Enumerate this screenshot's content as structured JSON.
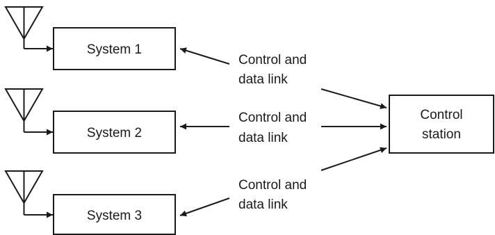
{
  "systems": [
    {
      "label": "System 1"
    },
    {
      "label": "System 2"
    },
    {
      "label": "System 3"
    }
  ],
  "links": [
    {
      "line1": "Control and",
      "line2": "data link"
    },
    {
      "line1": "Control and",
      "line2": "data link"
    },
    {
      "line1": "Control and",
      "line2": "data link"
    }
  ],
  "control_station": {
    "line1": "Control",
    "line2": "station"
  },
  "colors": {
    "ink": "#1a1a1a",
    "background": "#ffffff"
  }
}
